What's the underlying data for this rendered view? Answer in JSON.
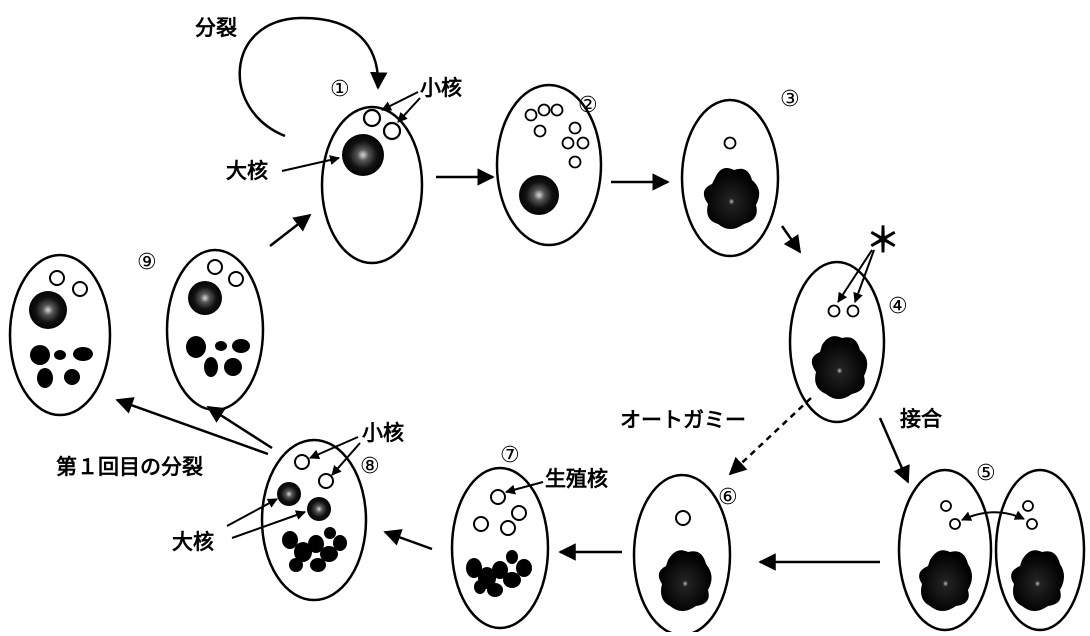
{
  "labels": {
    "division": "分裂",
    "micronucleus": "小核",
    "macronucleus": "大核",
    "autogamy": "オートガミー",
    "conjugation": "接合",
    "germ_nucleus": "生殖核",
    "first_division": "第１回目の分裂",
    "asterisk": "＊"
  },
  "stages": [
    "①",
    "②",
    "③",
    "④",
    "⑤",
    "⑥",
    "⑦",
    "⑧",
    "⑨"
  ]
}
